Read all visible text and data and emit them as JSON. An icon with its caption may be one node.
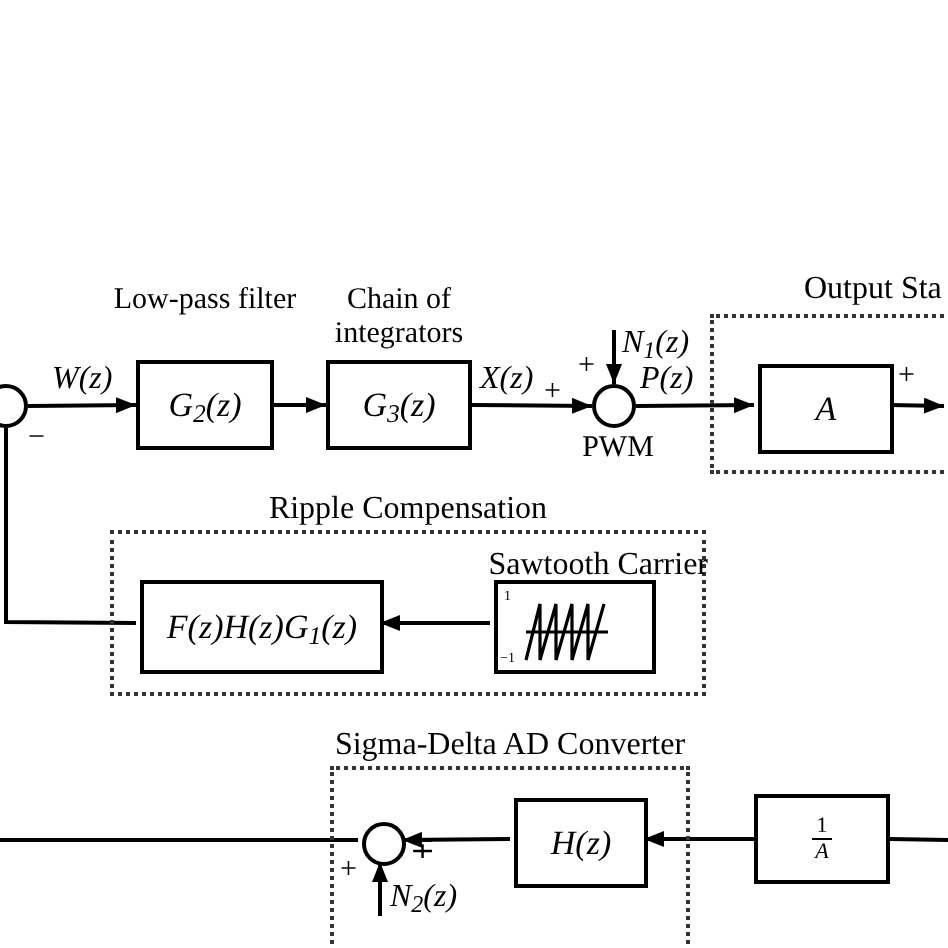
{
  "diagram": {
    "nodes": [
      {
        "text": [],
        "shape": "circle"
      },
      {
        "text": [
          "G$_{2}$(z)"
        ],
        "beside": [
          "Low-pass filter"
        ]
      },
      {
        "text": [
          "G$_{3}$(z)"
        ],
        "beside": [
          "Chain of integrators"
        ]
      },
      {
        "text": [],
        "shape": "circle",
        "beside": [
          "PWM"
        ]
      },
      {
        "text": [
          "Output Sta"
        ]
      },
      {
        "text": [
          "A"
        ],
        "in": 4
      },
      {
        "text": [
          "Ripple Compensation"
        ]
      },
      {
        "text": [
          "F(z)H(z)G$_{1}$(z)"
        ],
        "in": 6
      },
      {
        "text": [
          "Sawtooth Carrier",
          "1",
          "−1"
        ],
        "in": 6
      },
      {
        "text": [
          "Sigma-Delta AD Converter"
        ]
      },
      {
        "text": [],
        "shape": "circle",
        "in": 9
      },
      {
        "text": [
          "H(z)"
        ],
        "in": 9
      },
      {
        "text": [
          "1",
          "A"
        ]
      }
    ],
    "edges": [
      {
        "from": 0,
        "to": 1,
        "arrow": "to",
        "label": "W(z)"
      },
      {
        "from": 1,
        "to": 2,
        "arrow": "to"
      },
      {
        "from": 2,
        "to": 3,
        "arrow": "to",
        "label": "X(z)"
      },
      {
        "from": null,
        "to": 3,
        "arrow": "to",
        "label": "N$_{1}$(z)"
      },
      {
        "from": 3,
        "to": 5,
        "arrow": "to",
        "label": "P(z)"
      },
      {
        "from": 5,
        "to": null,
        "arrow": "to"
      },
      {
        "from": 8,
        "to": 7,
        "arrow": "to"
      },
      {
        "from": 7,
        "to": 0,
        "arrow": "none"
      },
      {
        "from": null,
        "to": 12,
        "arrow": "none"
      },
      {
        "from": 12,
        "to": 11,
        "arrow": "to"
      },
      {
        "from": 11,
        "to": 10,
        "arrow": "to"
      },
      {
        "from": null,
        "to": 10,
        "arrow": "to",
        "label": "N$_{2}$(z)"
      },
      {
        "from": 10,
        "to": null,
        "arrow": "none"
      }
    ],
    "labels": [
      "+",
      "+",
      "+",
      "−",
      "∓",
      "+"
    ]
  }
}
